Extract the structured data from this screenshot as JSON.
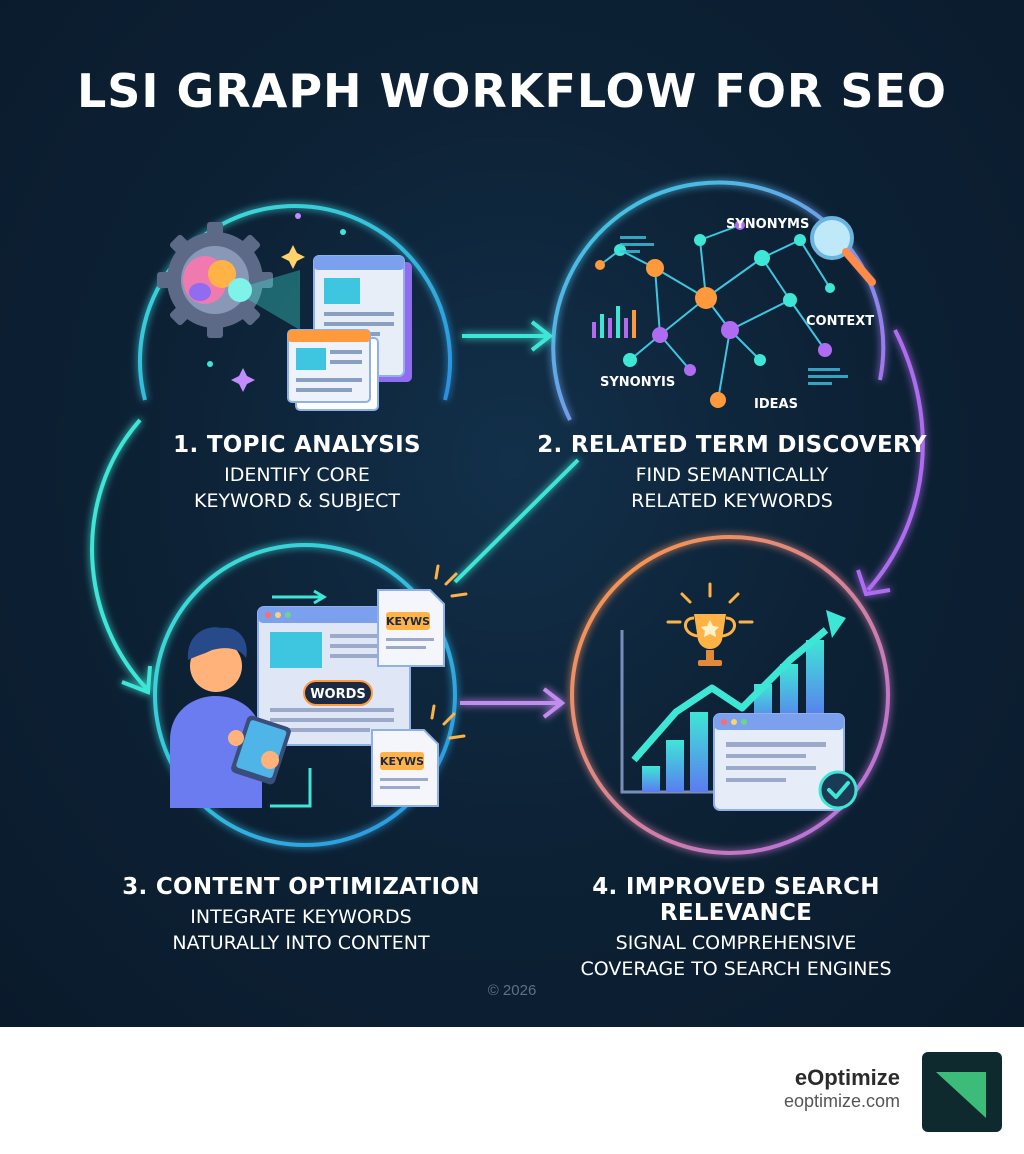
{
  "title": "LSI GRAPH WORKFLOW FOR SEO",
  "steps": [
    {
      "heading": "1. TOPIC ANALYSIS",
      "desc_line1": "IDENTIFY CORE",
      "desc_line2": "KEYWORD & SUBJECT"
    },
    {
      "heading": "2. RELATED TERM DISCOVERY",
      "desc_line1": "FIND SEMANTICALLY",
      "desc_line2": "RELATED KEYWORDS"
    },
    {
      "heading": "3. CONTENT OPTIMIZATION",
      "desc_line1": "INTEGRATE KEYWORDS",
      "desc_line2": "NATURALLY INTO CONTENT"
    },
    {
      "heading": "4. IMPROVED SEARCH RELEVANCE",
      "desc_line1": "SIGNAL COMPREHENSIVE",
      "desc_line2": "COVERAGE TO SEARCH ENGINES"
    }
  ],
  "graph_labels": {
    "synonyms": "SYNONYMS",
    "context": "CONTEXT",
    "synonyis": "SYNONYIS",
    "ideas": "IDEAS"
  },
  "doc_tags": {
    "tag1": "KEYWS",
    "tag2": "KEYWS",
    "words": "WORDS"
  },
  "copyright": "© 2026",
  "brand": {
    "name": "eOptimize",
    "url": "eoptimize.com"
  },
  "colors": {
    "background": "#0d2236",
    "teal": "#3ee6d6",
    "purple": "#b06cf0",
    "orange": "#ff9a3c",
    "brand_green": "#3dbb78"
  }
}
